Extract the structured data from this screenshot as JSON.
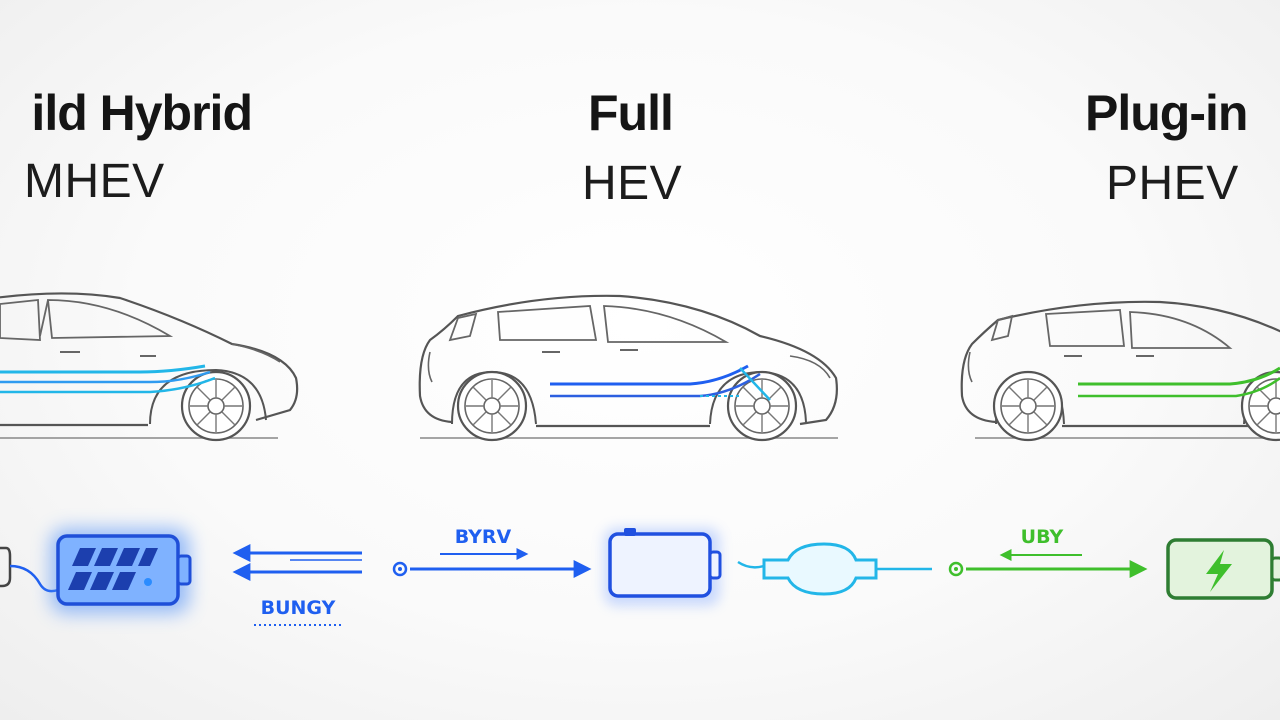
{
  "columns": [
    {
      "title": "ild Hybrid",
      "abbr": "MHEV",
      "accent": "#2f9bf0"
    },
    {
      "title": "Full",
      "abbr": "HEV",
      "accent": "#2c5fe0"
    },
    {
      "title": "Plug-in",
      "abbr": "PHEV",
      "accent": "#3cbf2e"
    }
  ],
  "flow_labels": {
    "left_bottom": "BUNGY",
    "middle_top": "BYRV",
    "right_top": "UBY"
  },
  "colors": {
    "blue": "#1f5ff0",
    "cyan": "#22b6e8",
    "green": "#3fbf2c",
    "dark_green": "#2e7d32",
    "outline": "#555555"
  },
  "icons": [
    "battery-icon",
    "arrow-icon",
    "converter-icon",
    "charge-battery-icon"
  ]
}
